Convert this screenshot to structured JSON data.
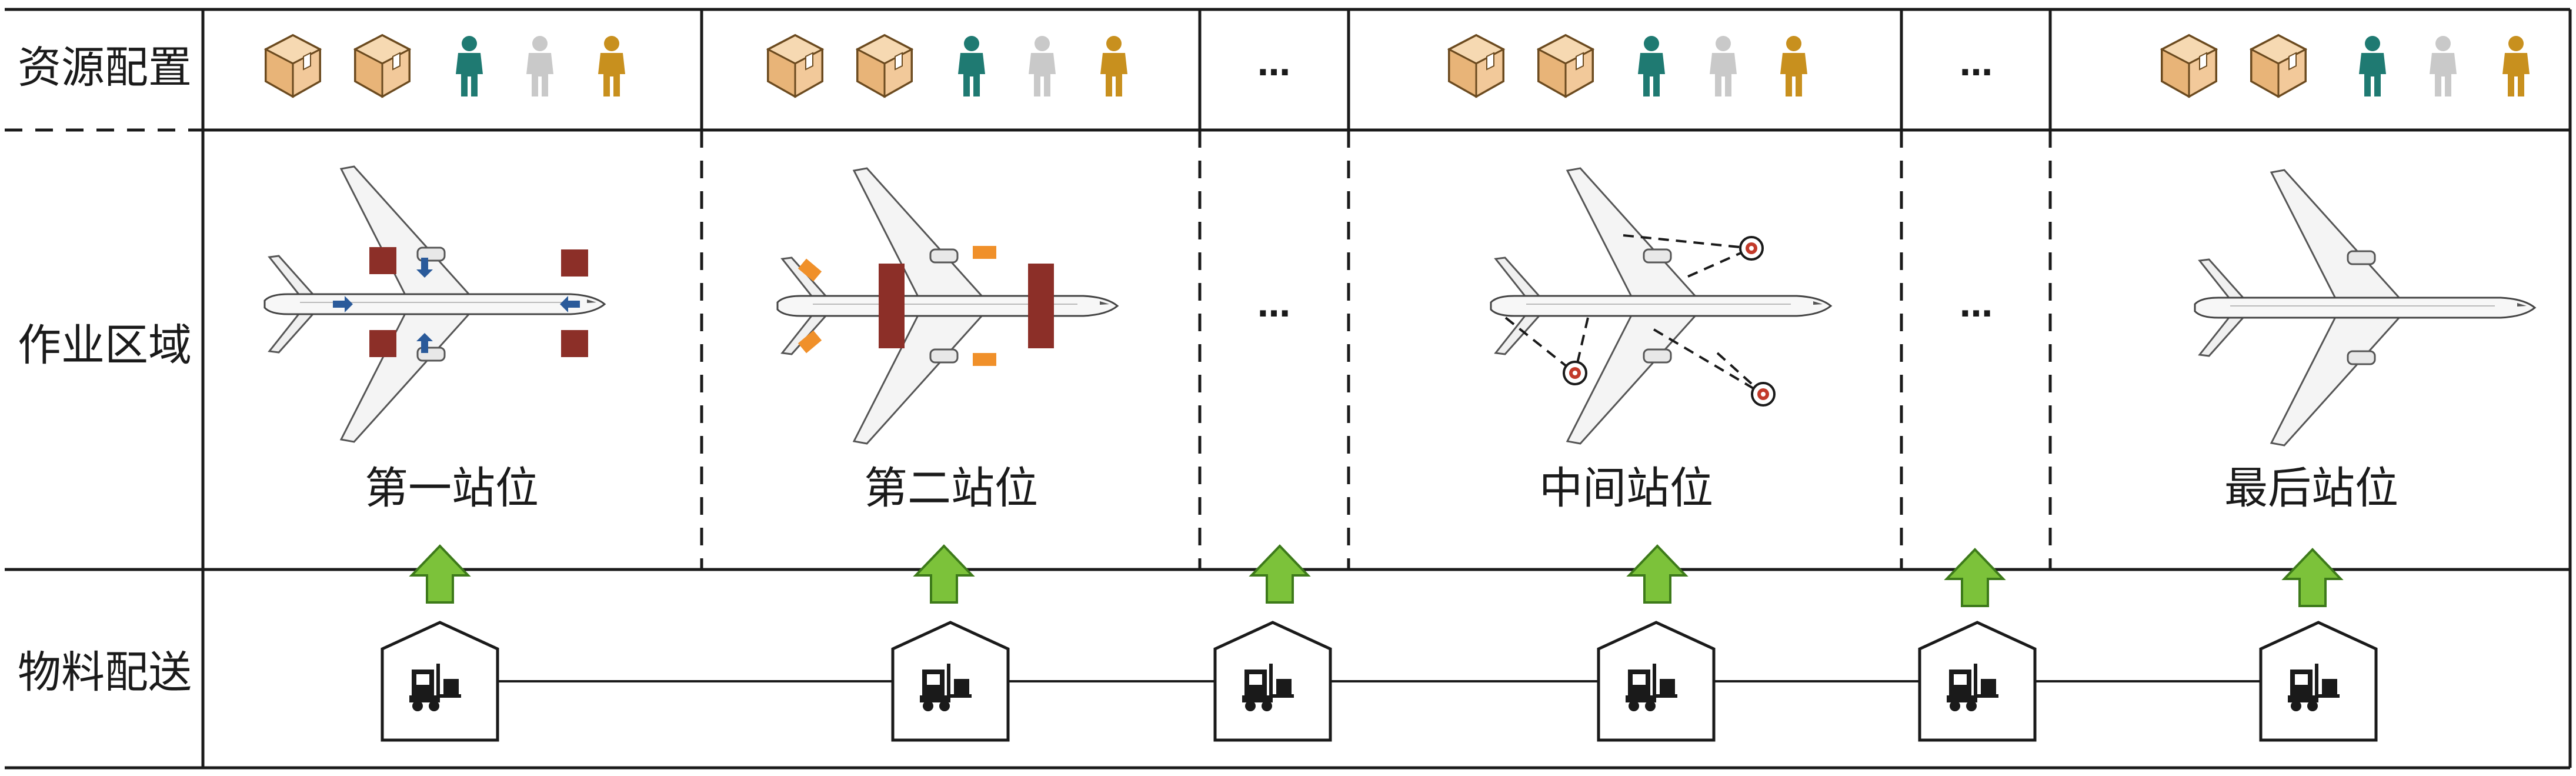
{
  "rows": {
    "resources": "资源配置",
    "work_area": "作业区域",
    "delivery": "物料配送"
  },
  "stations": [
    {
      "label": "第一站位",
      "ellipsis": false
    },
    {
      "label": "第二站位",
      "ellipsis": false
    },
    {
      "label": "…",
      "ellipsis": true
    },
    {
      "label": "中间站位",
      "ellipsis": false
    },
    {
      "label": "…",
      "ellipsis": true
    },
    {
      "label": "最后站位",
      "ellipsis": false
    }
  ],
  "resource_icons": [
    "package-icon",
    "package-icon",
    "worker-teal-icon",
    "worker-gray-icon",
    "worker-gold-icon"
  ],
  "colors": {
    "package_light": "#f2c99a",
    "package_dark": "#c97a2e",
    "package_edge": "#6b4a1f",
    "worker_teal": "#1f7a72",
    "worker_gray": "#c9c9c9",
    "worker_gold": "#c8901e",
    "marker_brown": "#8c2f28",
    "marker_orange": "#f0902a",
    "arrow_blue": "#2a5a9a",
    "delivery_arrow": "#7cc23a",
    "target_red": "#c23a2a"
  },
  "stations_work": [
    {
      "markers": "brown-squares-with-arrows"
    },
    {
      "markers": "brown-rects-orange-parts"
    },
    {
      "markers": "none"
    },
    {
      "markers": "dashed-targets"
    },
    {
      "markers": "none"
    },
    {
      "markers": "none"
    }
  ]
}
